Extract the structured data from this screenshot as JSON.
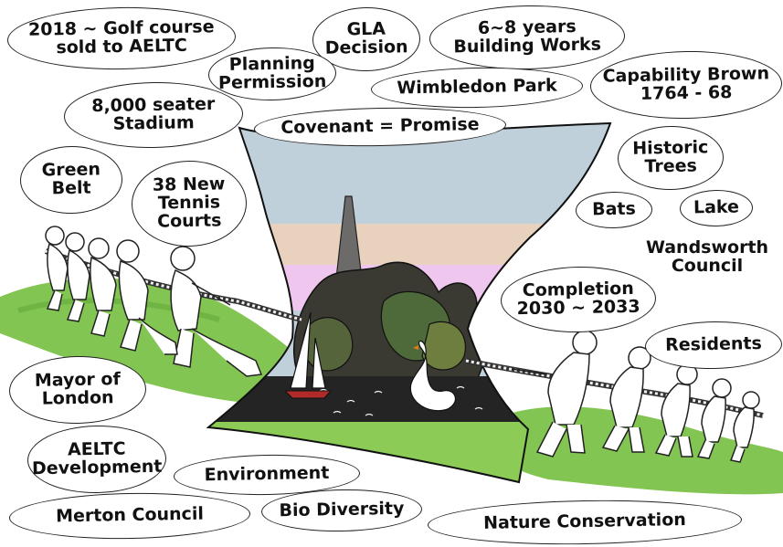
{
  "bubbles": {
    "golf": "2018 ~ Golf course\nsold to AELTC",
    "gla": "GLA\nDecision",
    "years": "6~8 years\nBuilding Works",
    "planning": "Planning\nPermission",
    "park": "Wimbledon Park",
    "brown": "Capability Brown\n1764 - 68",
    "stadium": "8,000 seater\nStadium",
    "covenant": "Covenant  =  Promise",
    "trees": "Historic\nTrees",
    "green": "Green\nBelt",
    "courts": "38 New\nTennis\nCourts",
    "bats": "Bats",
    "lake": "Lake",
    "completion": "Completion\n2030 ~ 2033",
    "residents": "Residents",
    "mayor": "Mayor of\nLondon",
    "aeltc": "AELTC\nDevelopment",
    "environment": "Environment",
    "merton": "Merton Council",
    "bio": "Bio Diversity",
    "nature": "Nature Conservation"
  },
  "labels": {
    "wandsworth": "Wandsworth\nCouncil"
  }
}
